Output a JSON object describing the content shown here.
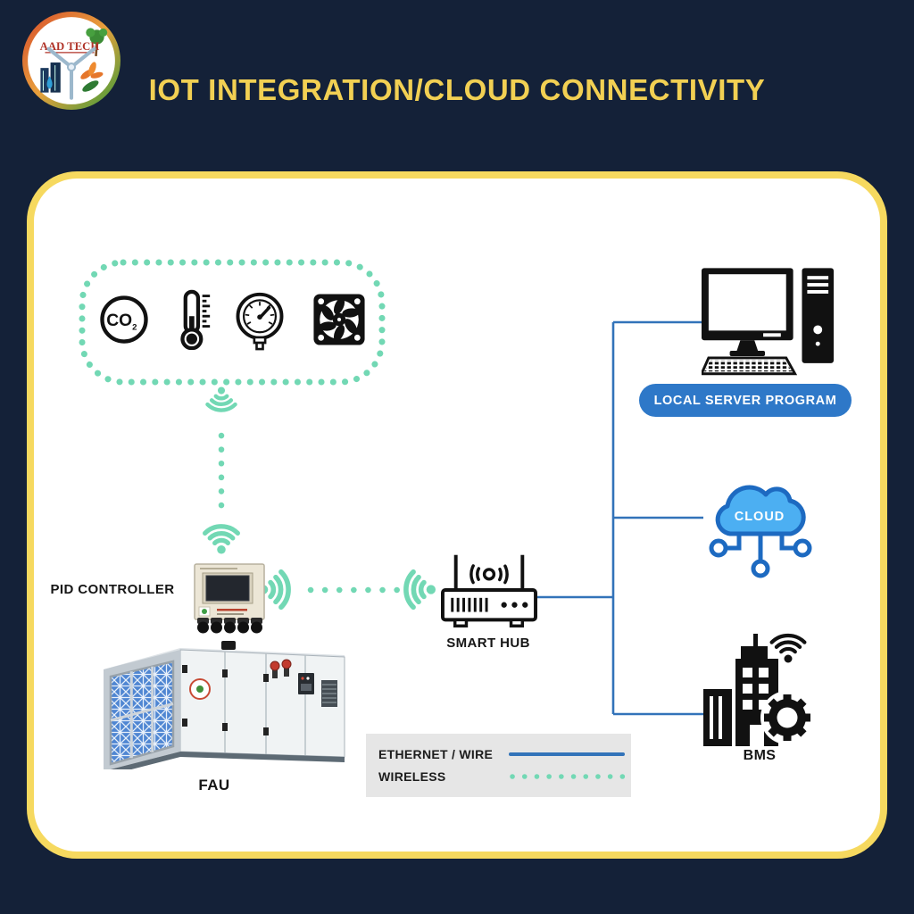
{
  "header": {
    "title": "IOT INTEGRATION/CLOUD CONNECTIVITY",
    "logo_text": "AAD TECH"
  },
  "sensor_panel": {
    "co2_text": "CO",
    "co2_subscript": "2",
    "icons": [
      "co2-sensor-icon",
      "thermometer-icon",
      "pressure-gauge-icon",
      "fan-icon"
    ]
  },
  "labels": {
    "pid_controller": "PID CONTROLLER",
    "fau": "FAU",
    "smart_hub": "SMART HUB",
    "local_server": "LOCAL SERVER PROGRAM",
    "cloud": "CLOUD",
    "bms": "BMS"
  },
  "legend": {
    "ethernet_label": "ETHERNET / WIRE",
    "wireless_label": "WIRELESS"
  },
  "icons": {
    "hub": "router-icon",
    "server": "desktop-computer-icon",
    "cloud": "cloud-network-icon",
    "bms": "smart-building-icon",
    "wireless": "wifi-signal-icon",
    "fau": "air-handling-unit-image",
    "pid": "pid-controller-device-image"
  },
  "colors": {
    "background_navy": "#142138",
    "card_border_yellow": "#F6D95F",
    "title_yellow": "#F2D053",
    "wireless_teal": "#72D8B4",
    "wire_blue": "#3273B9",
    "server_pill_blue": "#2E78C8",
    "cloud_fill": "#4CAFF2",
    "cloud_stroke": "#1D6AC1"
  }
}
